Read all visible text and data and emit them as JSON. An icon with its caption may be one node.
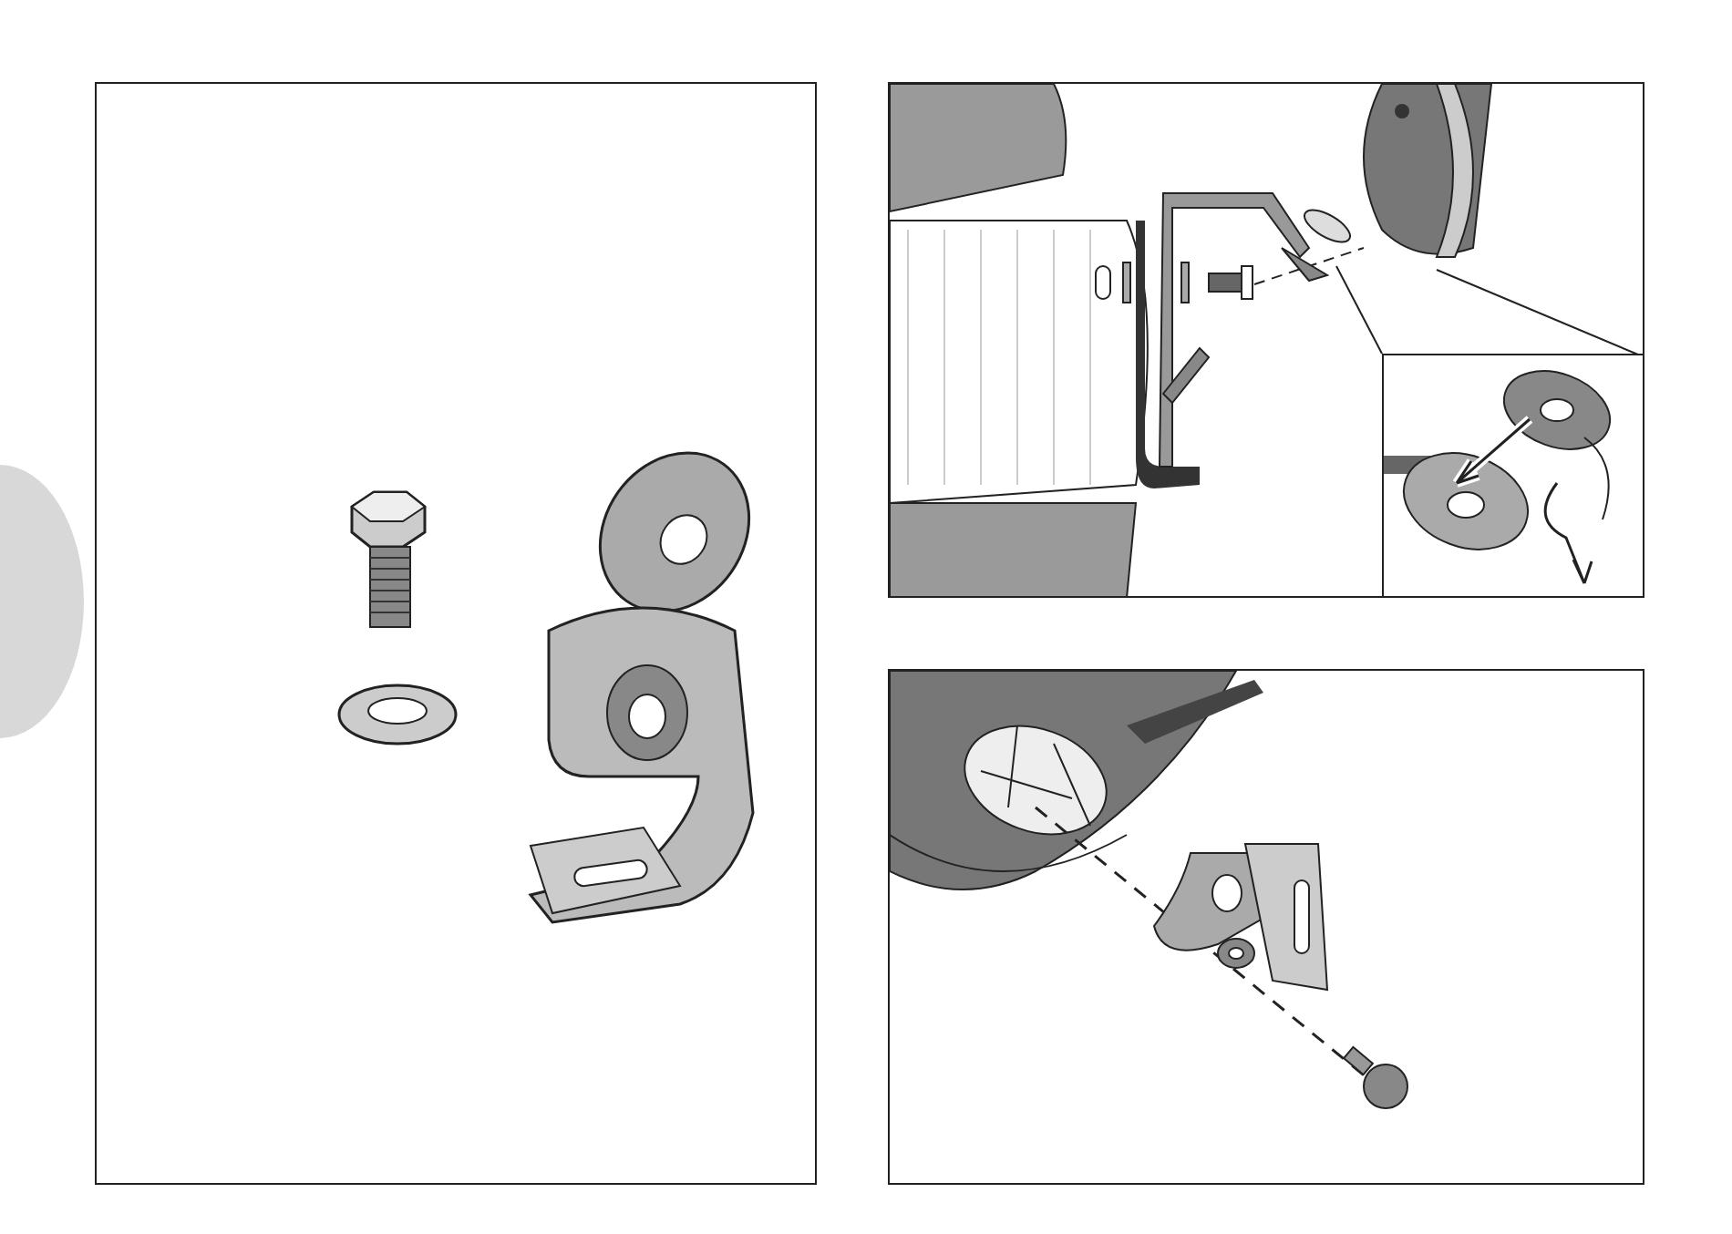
{
  "diagram": {
    "nodes": [
      {
        "text": [],
        "shape": "picture"
      },
      {
        "text": [],
        "shape": "picture"
      },
      {
        "text": [],
        "shape": "picture",
        "in": 1
      },
      {
        "text": [],
        "shape": "picture"
      },
      {
        "text": [],
        "shape": "circle"
      }
    ]
  }
}
